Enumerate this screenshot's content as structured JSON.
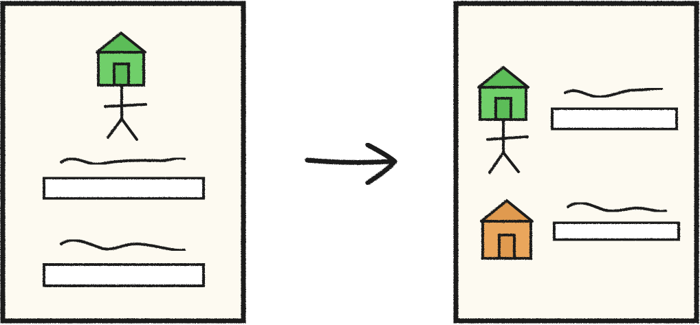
{
  "colors": {
    "paper": "#fdfaf1",
    "ink": "#1f1f1f",
    "house_green": "#6fcf6a",
    "roof_green": "#5cbd58",
    "house_orange": "#eaa65c",
    "roof_orange": "#e09a4f",
    "field_fill": "#ffffff"
  },
  "before_panel": {
    "icon": "house-person-icon",
    "fields": [
      {
        "label_icon": "squiggle-label-icon",
        "input_icon": "blank-input-box"
      },
      {
        "label_icon": "squiggle-label-icon",
        "input_icon": "blank-input-box"
      }
    ]
  },
  "transition": {
    "icon": "right-arrow-icon"
  },
  "after_panel": {
    "rows": [
      {
        "icon": "house-person-icon",
        "label_icon": "squiggle-label-icon",
        "input_icon": "blank-input-box"
      },
      {
        "icon": "house-orange-icon",
        "label_icon": "squiggle-label-icon",
        "input_icon": "blank-input-box"
      }
    ]
  }
}
